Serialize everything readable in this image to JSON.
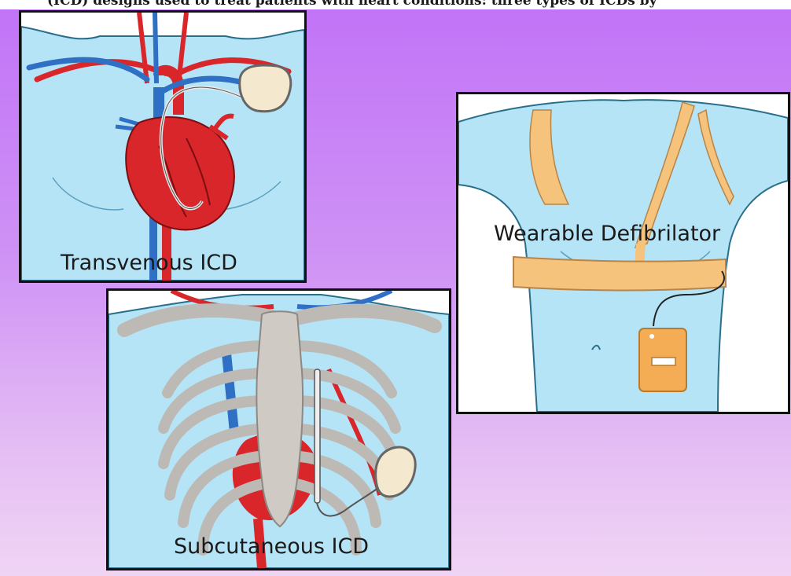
{
  "header_text": "(ICD) designs used to treat patients with heart conditions: three types of ICDs by",
  "panels": {
    "transvenous": {
      "label": "Transvenous ICD"
    },
    "subcutaneous": {
      "label": "Subcutaneous ICD"
    },
    "wearable": {
      "label": "Wearable Defibrilator"
    }
  },
  "colors": {
    "background_top": "#c173f7",
    "background_bottom": "#f0d4f4",
    "skin": "#b4e4f6",
    "artery": "#d9262b",
    "vein": "#2f6fc4",
    "bone": "#bdbab6",
    "strap": "#f6c37c",
    "device": "#f5ad55"
  }
}
